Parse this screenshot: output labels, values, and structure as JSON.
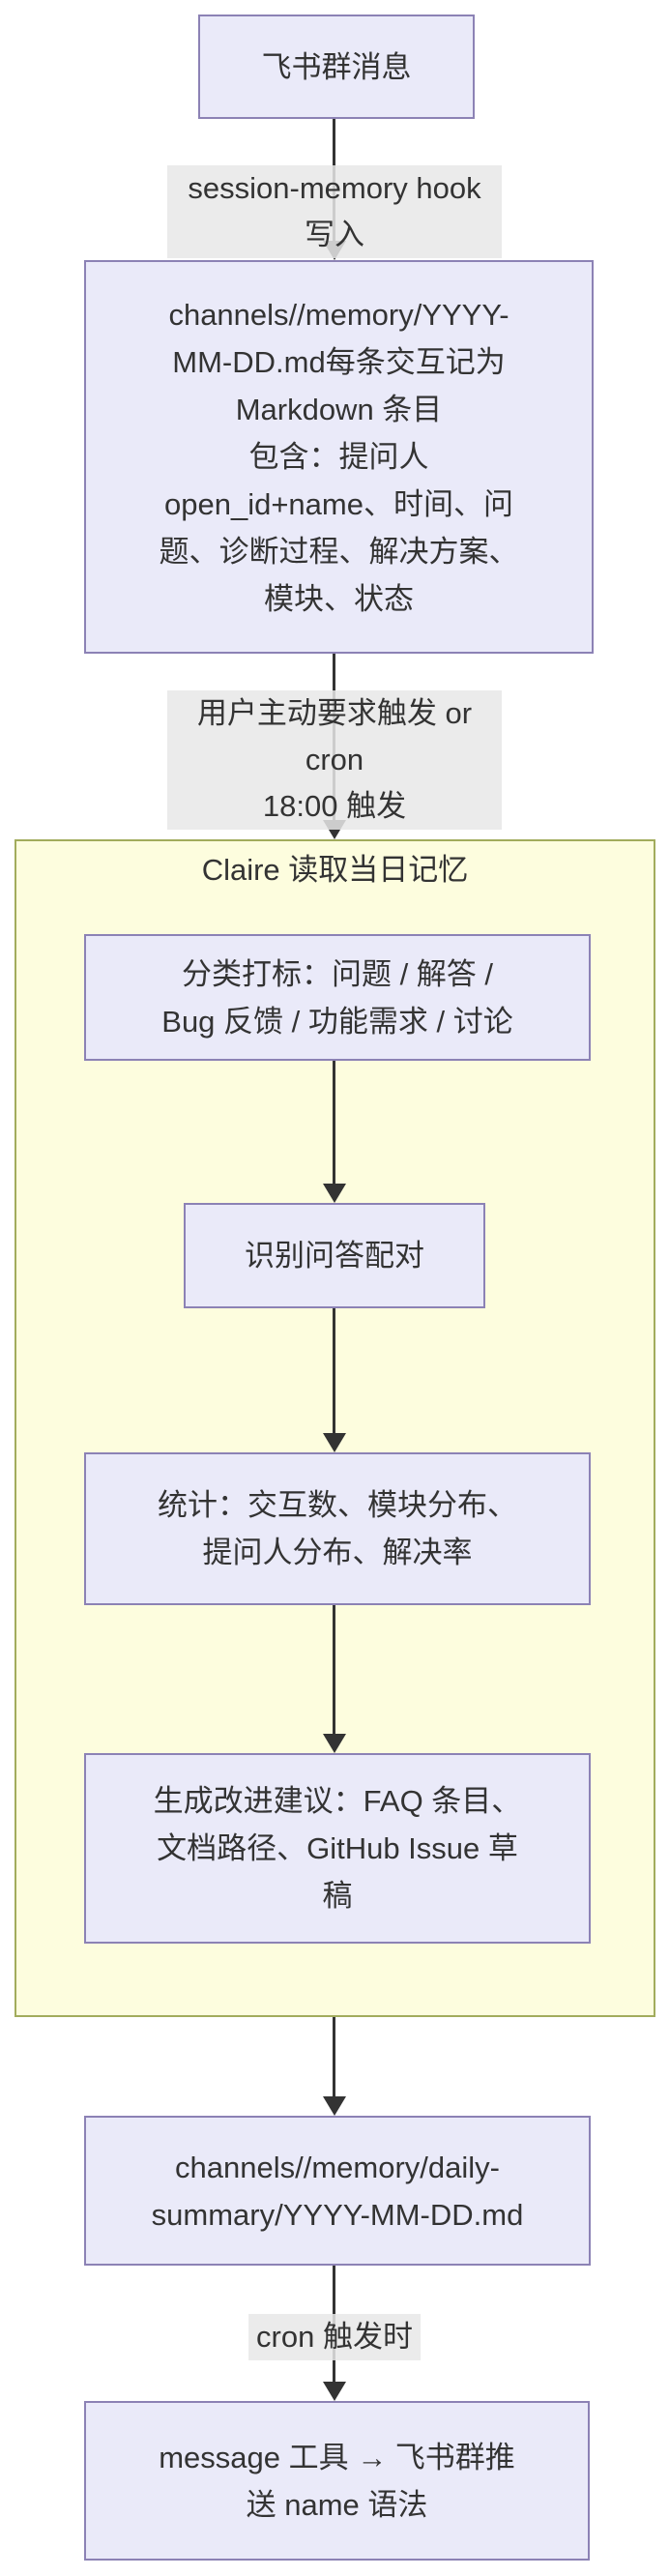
{
  "diagram": {
    "type": "flowchart-top-down",
    "nodes": [
      {
        "id": "feishu",
        "label": "飞书群消息"
      },
      {
        "id": "memory-file",
        "label": "channels//memory/YYYY-\nMM-DD.md每条交互记为\nMarkdown 条目\n包含：提问人\nopen_id+name、时间、问\n题、诊断过程、解决方案、\n模块、状态"
      },
      {
        "id": "classify",
        "label": "分类打标：问题 / 解答 /\nBug 反馈 / 功能需求 / 讨论"
      },
      {
        "id": "qa-pairs",
        "label": "识别问答配对"
      },
      {
        "id": "statistics",
        "label": "统计：交互数、模块分布、\n提问人分布、解决率"
      },
      {
        "id": "suggestions",
        "label": "生成改进建议：FAQ 条目、\n文档路径、GitHub Issue 草\n稿"
      },
      {
        "id": "daily-summary",
        "label": "channels//memory/daily-\nsummary/YYYY-MM-DD.md"
      },
      {
        "id": "push",
        "label": "message 工具 → 飞书群推\n送 name 语法"
      }
    ],
    "cluster": {
      "title": "Claire 读取当日记忆"
    },
    "edge_labels": [
      {
        "text": "session-memory hook 写入"
      },
      {
        "text": "用户主动要求触发 or cron\n18:00 触发"
      },
      {
        "text": "cron 触发时"
      }
    ],
    "colors": {
      "node_fill": "#EAEAF9",
      "node_border": "#8C82B5",
      "cluster_fill": "#FDFDDE",
      "cluster_border": "#A2AC5C",
      "edge_label_bg": "#E8E8E8",
      "edge_stroke": "#333333",
      "text": "#333333",
      "background": "#FFFFFF"
    }
  }
}
